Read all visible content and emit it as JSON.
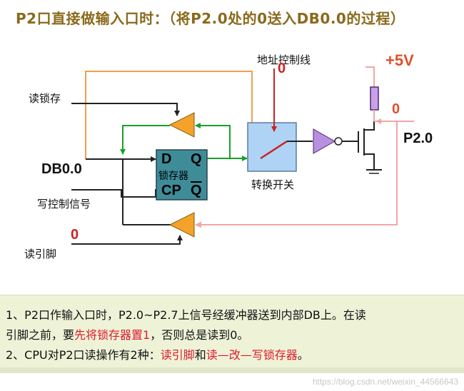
{
  "title": {
    "text": "P2口直接做输入口时：（将P2.0处的0送入DB0.0的过程）"
  },
  "diagram": {
    "addr_ctrl_label": "地址控制线",
    "addr_value": "0",
    "vcc_label": "+5V",
    "pin_value": "0",
    "pin_label": "P2.0",
    "read_latch_label": "读锁存",
    "db_label": "DB0.0",
    "write_ctrl_label": "写控制信号",
    "read_pin_value": "0",
    "read_pin_label": "读引脚",
    "latch_d": "D",
    "latch_q": "Q",
    "latch_name": "锁存器",
    "latch_cp": "CP",
    "latch_qbar": "Q",
    "switch_label": "转换开关",
    "colors": {
      "orange_wire": "#f0a050",
      "green_wire": "#17a02a",
      "pink_wire": "#f2a6a6",
      "dark_wire": "#222222",
      "latch_fill": "#3f8c99",
      "switch_fill": "#aed3f5",
      "buffer_fill": "#f4a22a",
      "inverter_fill": "#b98fe0",
      "resistor_fill": "#c9a0ea",
      "red_text": "#cc2222"
    }
  },
  "notes": {
    "line1_a": "1、P2口作输入口时，P2.0~P2.7上信号经缓冲器送到内部DB上。在读",
    "line2_a": "引脚之前，要",
    "line2_hl": "先将锁存器置1",
    "line2_b": "，否则总是读到0。",
    "line3_a": "2、CPU对P2口读操作有2种：",
    "line3_hl1": "读引脚",
    "line3_b": "和",
    "line3_hl2": "读—改—写锁存器",
    "line3_c": "。"
  },
  "watermark": "https://blog.csdn.net/weixin_44566643"
}
